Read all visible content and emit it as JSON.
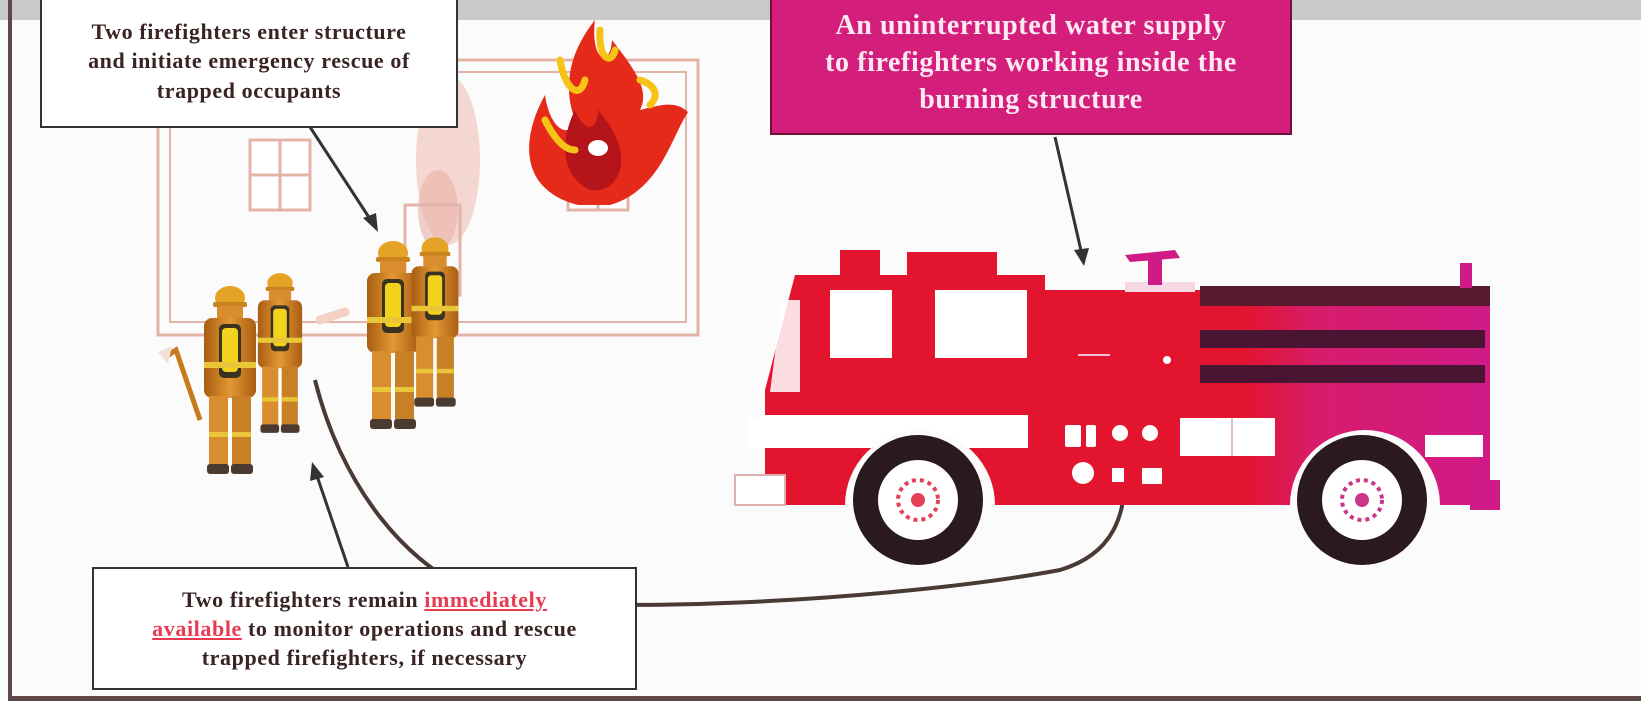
{
  "callouts": {
    "enter": {
      "line1": "Two firefighters enter structure",
      "line2": "and initiate emergency rescue of",
      "line3": "trapped occupants"
    },
    "water": {
      "line1": "An uninterrupted water supply",
      "line2": "to firefighters working inside the",
      "line3": "burning structure"
    },
    "remain": {
      "line1_pre": "Two firefighters remain ",
      "line1_highlight": "immediately",
      "line2_highlight": "available",
      "line2_post": " to monitor operations and rescue",
      "line3": "trapped firefighters, if necessary"
    }
  },
  "colors": {
    "truck_red": "#e3142e",
    "truck_magenta": "#d01a86",
    "firefighter_gear": "#d98d2e",
    "scba_yellow": "#f2d21c",
    "flame_red": "#e52a1a",
    "flame_yellow": "#f6c417",
    "building_outline": "#e4b3a8",
    "callout_highlight": "#e83b52"
  }
}
